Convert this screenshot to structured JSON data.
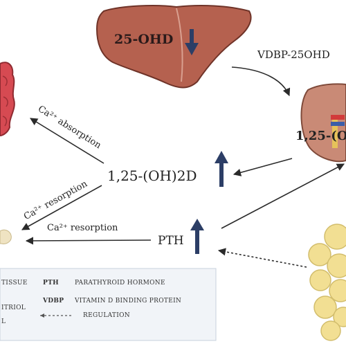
{
  "labels": {
    "liver": "25-OHD",
    "transport": "VDBP-25OHD",
    "kidney": "1,25-(O",
    "active_vitamin_d": "1,25-(OH)2D",
    "pth": "PTH"
  },
  "arrows": {
    "absorption": "Ca²⁺ absorption",
    "resorption_d": "Ca²⁺ resorption",
    "resorption_pth": "Ca²⁺ resorption"
  },
  "legend": {
    "left_col": [
      "TISSUE",
      "ITRIOL",
      "L"
    ],
    "entries": [
      {
        "abbr": "PTH",
        "text": "PARATHYROID HORMONE"
      },
      {
        "abbr": "VDBP",
        "text": "VITAMIN D BINDING PROTEIN"
      },
      {
        "abbr": "",
        "text": "REGULATION"
      }
    ]
  },
  "colors": {
    "liver": "#b5614f",
    "kidney": "#c98a76",
    "intestine": "#d64a52",
    "fat": "#f2df93",
    "up_down_arrow": "#2c3e66",
    "legend_bg": "#f1f4f8"
  }
}
